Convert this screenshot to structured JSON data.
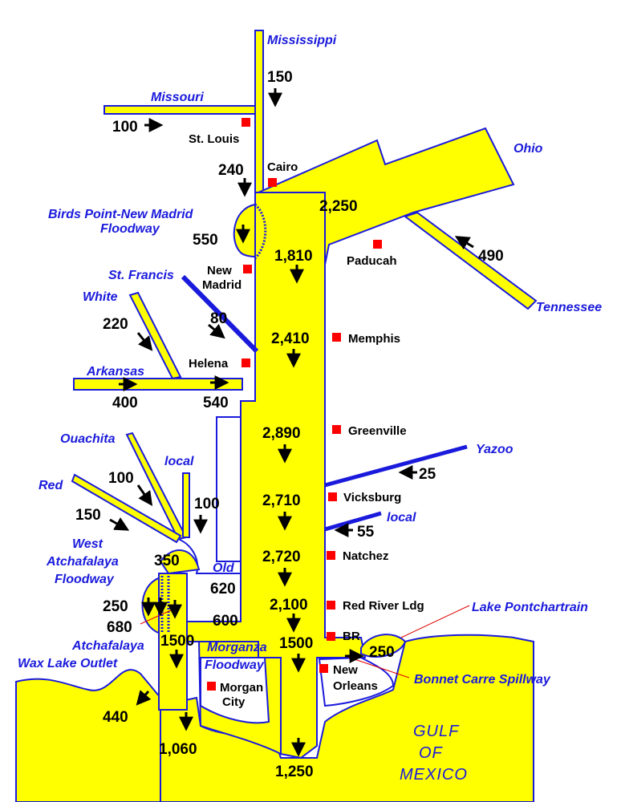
{
  "labels": {
    "mississippi": "Mississippi",
    "missouri": "Missouri",
    "ohio": "Ohio",
    "birds_point_1": "Birds Point-New Madrid",
    "birds_point_2": "Floodway",
    "st_francis": "St. Francis",
    "white": "White",
    "tennessee": "Tennessee",
    "arkansas": "Arkansas",
    "ouachita": "Ouachita",
    "yazoo": "Yazoo",
    "local_west": "local",
    "red": "Red",
    "local_east": "local",
    "west_atch_1": "West",
    "west_atch_2": "Atchafalaya",
    "west_atch_3": "Floodway",
    "old": "Old",
    "lake_pontchartrain": "Lake Pontchartrain",
    "atchafalaya": "Atchafalaya",
    "morganza_1": "Morganza",
    "morganza_2": "Floodway",
    "wax_lake": "Wax Lake Outlet",
    "bonnet_carre": "Bonnet Carre Spillway",
    "gulf_1": "GULF",
    "gulf_2": "OF",
    "gulf_3": "MEXICO"
  },
  "cities": {
    "st_louis": "St. Louis",
    "cairo": "Cairo",
    "paducah": "Paducah",
    "new_madrid_1": "New",
    "new_madrid_2": "Madrid",
    "memphis": "Memphis",
    "helena": "Helena",
    "greenville": "Greenville",
    "vicksburg": "Vicksburg",
    "natchez": "Natchez",
    "red_river_ldg": "Red River Ldg",
    "br": "BR",
    "new_orleans_1": "New",
    "new_orleans_2": "Orleans",
    "morgan_city_1": "Morgan",
    "morgan_city_2": "City"
  },
  "flows": {
    "mississippi": "150",
    "missouri": "100",
    "st_louis": "240",
    "ohio_confluence": "2,250",
    "floodway": "550",
    "new_madrid": "1,810",
    "tennessee": "490",
    "white": "220",
    "st_francis": "80",
    "memphis": "2,410",
    "arkansas": "400",
    "helena": "540",
    "greenville": "2,890",
    "yazoo": "25",
    "ouachita": "100",
    "local_west": "100",
    "vicksburg": "2,710",
    "red": "150",
    "local_east": "55",
    "old_river_head": "350",
    "natchez": "2,720",
    "old_river": "620",
    "west_floodway": "250",
    "red_river_ldg": "2,100",
    "atchafalaya_head": "680",
    "morganza": "600",
    "atchafalaya": "1500",
    "baton_rouge": "1500",
    "bonnet_carre": "250",
    "wax_lake": "440",
    "morgan_city": "1,060",
    "new_orleans": "1,250"
  },
  "colors": {
    "water": "#ffff00",
    "outline": "#1a1adc",
    "city_marker": "#ff0000",
    "leader_line": "#e00000",
    "flow_text": "#000000"
  }
}
